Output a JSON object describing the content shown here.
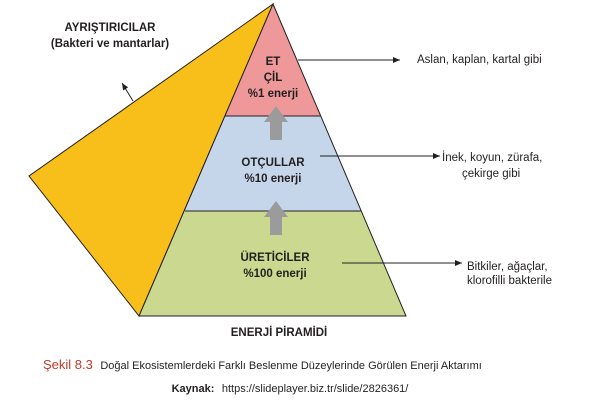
{
  "decomposers": {
    "title": "AYRIŞTIRICILAR",
    "subtitle": "(Bakteri ve mantarlar)"
  },
  "levels": {
    "carnivores": {
      "line1": "ET",
      "line2": "ÇİL",
      "energy": "%1 enerji",
      "examples": [
        "Aslan, kaplan, kartal gibi"
      ]
    },
    "herbivores": {
      "name": "OTÇULLAR",
      "energy": "%10 enerji",
      "examples": [
        "İnek, koyun, zürafa,",
        "çekirge gibi"
      ]
    },
    "producers": {
      "name": "ÜRETİCİLER",
      "energy": "%100 enerji",
      "examples": [
        "Bitkiler, ağaçlar,",
        "klorofilli bakterile"
      ]
    }
  },
  "diagram_title": "ENERJİ PİRAMİDİ",
  "caption": {
    "label": "Şekil 8.3",
    "text": "Doğal Ekosistemlerdeki Farklı Beslenme Düzeylerinde Görülen Enerji Aktarımı"
  },
  "source": {
    "label": "Kaynak:",
    "url": "https://slideplayer.biz.tr/slide/2826361/"
  },
  "colors": {
    "decomposer": "#f8bf1a",
    "carnivore": "#ee9899",
    "herbivore": "#c5d6ea",
    "producer": "#cad98f",
    "arrow": "#9b9b9b",
    "caption_label": "#c0392b"
  }
}
